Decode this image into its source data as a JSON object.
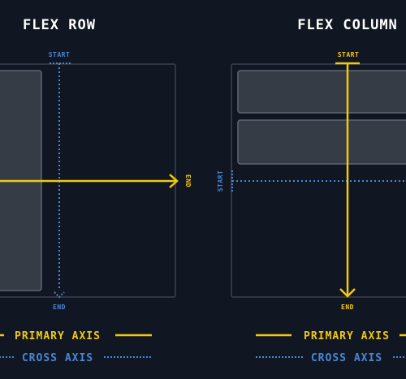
{
  "colors": {
    "background": "#111722",
    "container_border": "#3a414d",
    "item_fill": "#363c45",
    "item_border": "#5f6671",
    "primary_axis": "#f2c811",
    "cross_axis": "#4a86d4",
    "title_text": "#ffffff"
  },
  "flex_row": {
    "title": "FLEX ROW",
    "cross_start_label": "START",
    "cross_end_label": "END",
    "primary_end_label": "END"
  },
  "flex_column": {
    "title": "FLEX COLUMN",
    "primary_start_label": "START",
    "primary_end_label": "END",
    "cross_start_label": "START"
  },
  "legend": {
    "primary_axis_label": "PRIMARY AXIS",
    "cross_axis_label": "CROSS AXIS"
  }
}
